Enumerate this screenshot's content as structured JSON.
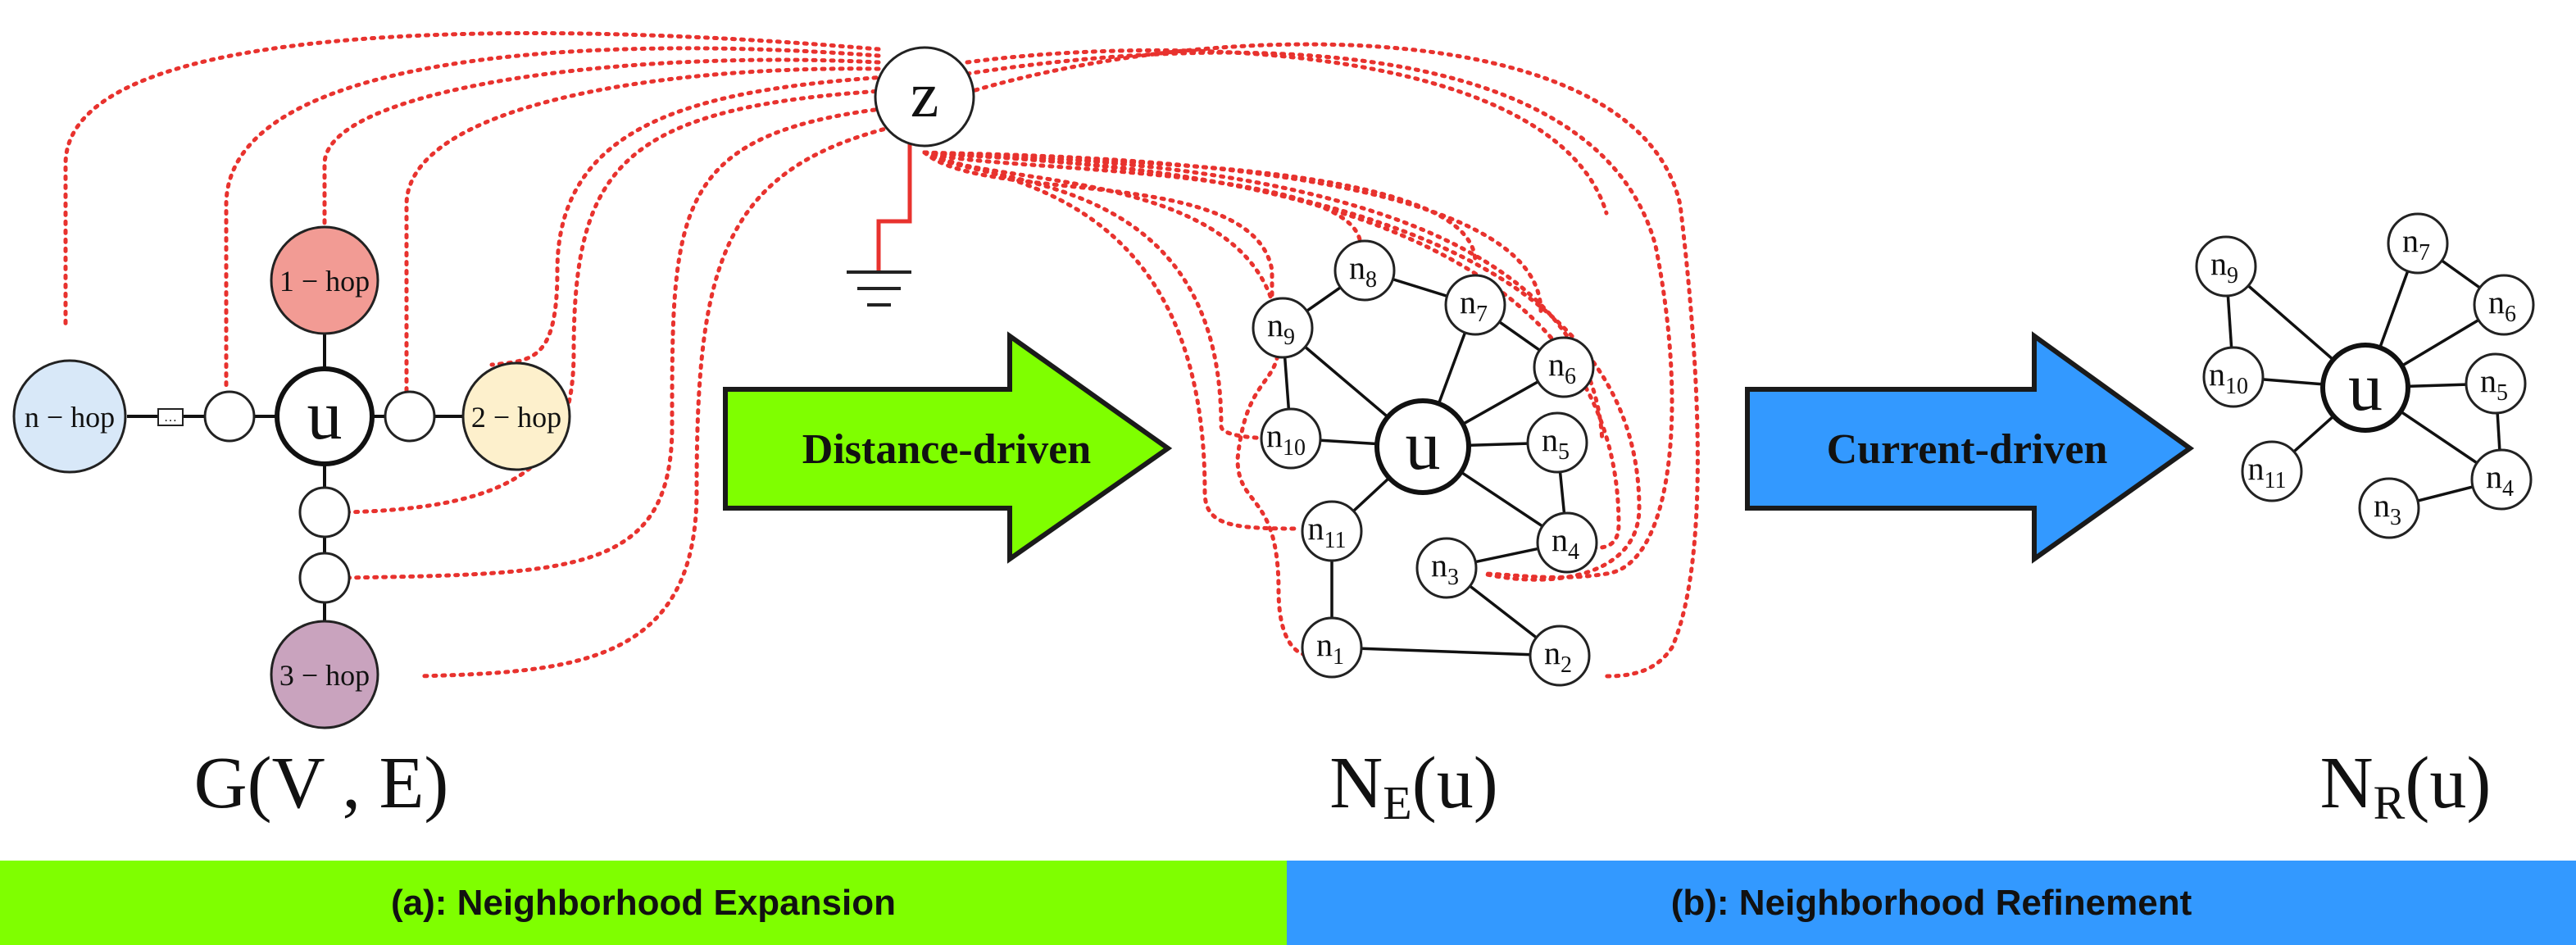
{
  "colors": {
    "dotted_line": "#e8322e",
    "hop1_fill": "#f29b94",
    "hop2_fill": "#fdf0cc",
    "hop3_fill": "#c9a3be",
    "hopn_fill": "#d8e8f8",
    "arrow_distance": "#7fff00",
    "arrow_current": "#3399ff",
    "bar_a": "#7fff00",
    "bar_b": "#3399ff",
    "ground_wire": "#e8322e"
  },
  "source_node": "z",
  "center_node": "u",
  "hop_labels": {
    "hop1": "1 − hop",
    "hop2": "2 − hop",
    "hop3": "3 − hop",
    "hopn": "n − hop",
    "ellipsis": "…"
  },
  "arrows": {
    "distance": "Distance-driven",
    "current": "Current-driven"
  },
  "graph_labels": {
    "g": "G(V , E)",
    "ne_main": "N",
    "ne_sub": "E",
    "ne_arg": "(u)",
    "nr_main": "N",
    "nr_sub": "R",
    "nr_arg": "(u)"
  },
  "expanded_nodes": [
    {
      "base": "n",
      "sub": "8"
    },
    {
      "base": "n",
      "sub": "7"
    },
    {
      "base": "n",
      "sub": "9"
    },
    {
      "base": "n",
      "sub": "6"
    },
    {
      "base": "n",
      "sub": "10"
    },
    {
      "base": "n",
      "sub": "5"
    },
    {
      "base": "n",
      "sub": "11"
    },
    {
      "base": "n",
      "sub": "4"
    },
    {
      "base": "n",
      "sub": "3"
    },
    {
      "base": "n",
      "sub": "1"
    },
    {
      "base": "n",
      "sub": "2"
    }
  ],
  "refined_nodes": [
    {
      "base": "n",
      "sub": "9"
    },
    {
      "base": "n",
      "sub": "7"
    },
    {
      "base": "n",
      "sub": "6"
    },
    {
      "base": "n",
      "sub": "10"
    },
    {
      "base": "n",
      "sub": "5"
    },
    {
      "base": "n",
      "sub": "11"
    },
    {
      "base": "n",
      "sub": "4"
    },
    {
      "base": "n",
      "sub": "3"
    }
  ],
  "bottom_bars": {
    "left": "(a): Neighborhood Expansion",
    "right": "(b): Neighborhood Refinement"
  }
}
